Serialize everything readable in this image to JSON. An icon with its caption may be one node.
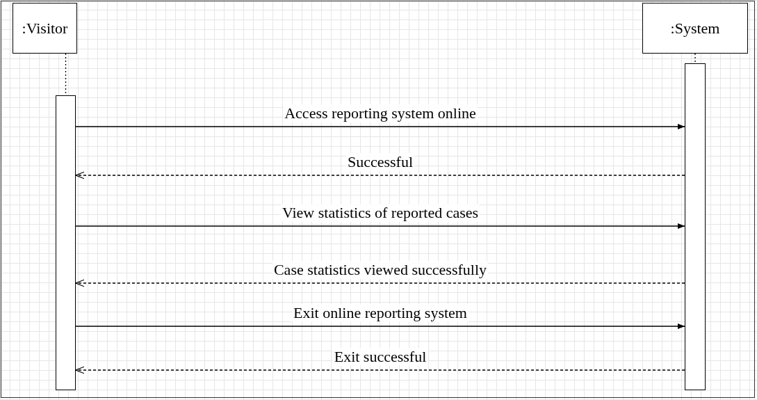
{
  "diagram": {
    "nodes": [
      {
        "text": [
          ":Visitor"
        ]
      },
      {
        "text": [
          ":System"
        ]
      },
      {
        "text": [],
        "shape": "bar"
      },
      {
        "text": [],
        "shape": "bar"
      }
    ],
    "edges": [
      {
        "from": 0,
        "to": 2,
        "arrow": "none",
        "style": "dashed"
      },
      {
        "from": 1,
        "to": 3,
        "arrow": "none",
        "style": "dashed"
      },
      {
        "from": 2,
        "to": 3,
        "arrow": "to",
        "label": "Access reporting system online"
      },
      {
        "from": 3,
        "to": 2,
        "arrow": "to",
        "label": "Successful",
        "style": "dashed"
      },
      {
        "from": 2,
        "to": 3,
        "arrow": "to",
        "label": "View statistics of reported cases"
      },
      {
        "from": 3,
        "to": 2,
        "arrow": "to",
        "label": "Case statistics viewed successfully",
        "style": "dashed"
      },
      {
        "from": 2,
        "to": 3,
        "arrow": "to",
        "label": "Exit online reporting system"
      },
      {
        "from": 3,
        "to": 2,
        "arrow": "to",
        "label": "Exit successful",
        "style": "dashed"
      }
    ]
  }
}
